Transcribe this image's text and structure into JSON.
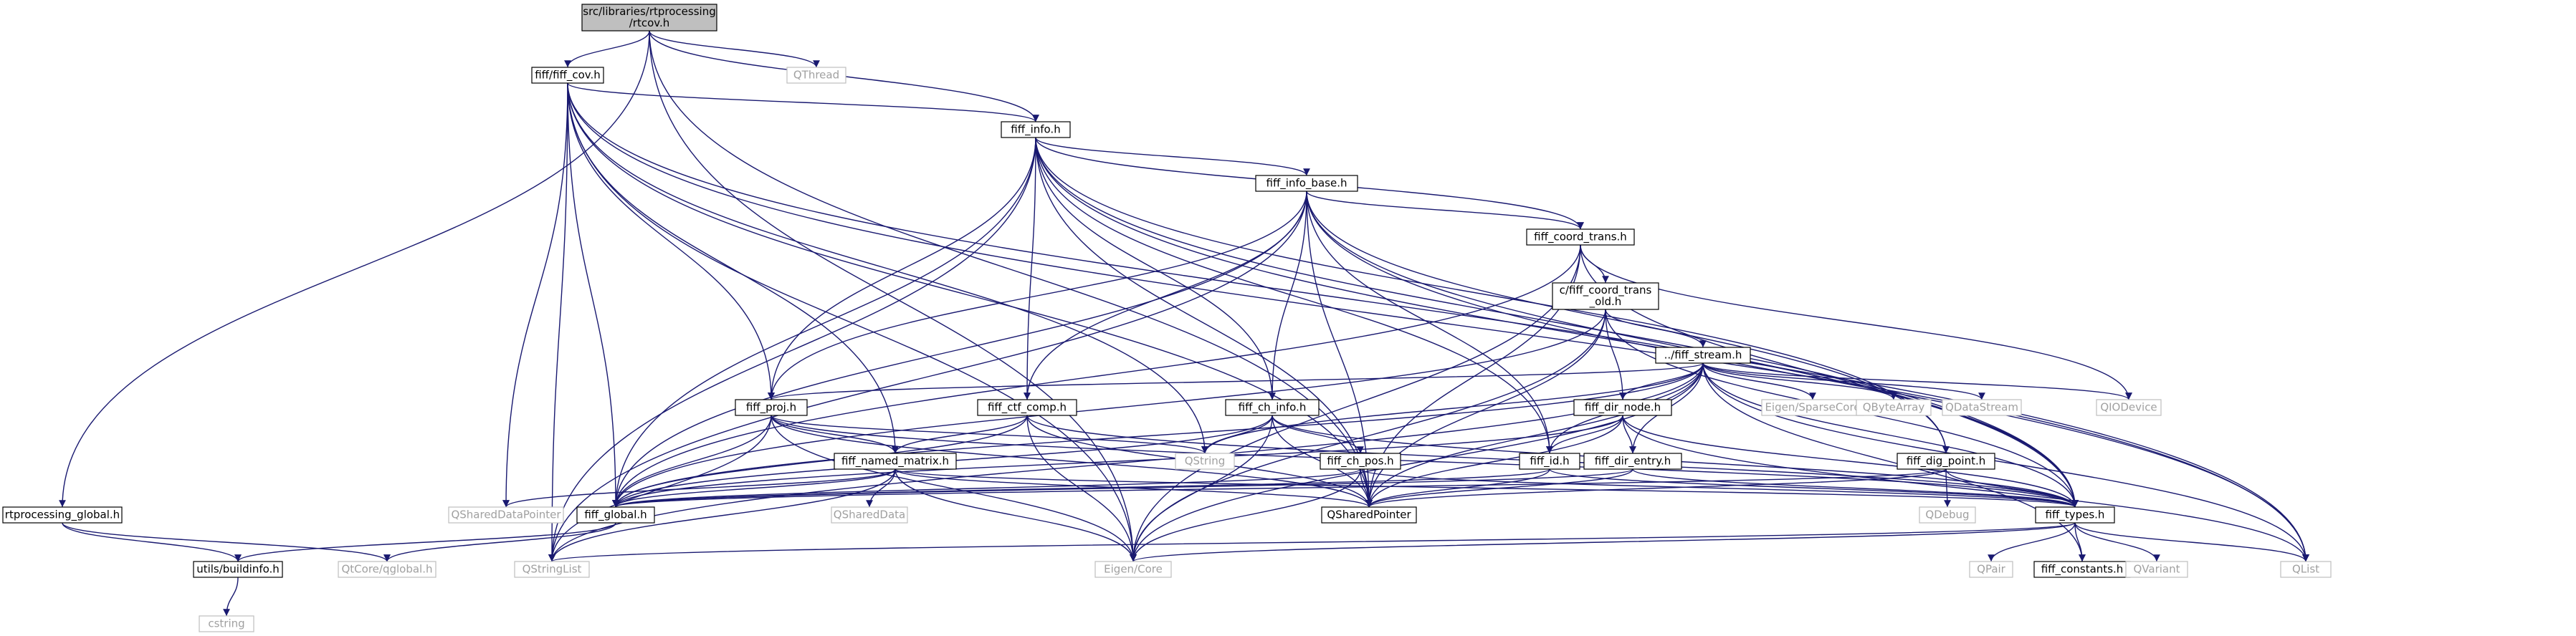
{
  "graph": {
    "colors": {
      "edge": "#191970",
      "node_border": "#000000",
      "external_border": "#bfbfbf",
      "external_text": "#a0a0a0",
      "root_fill": "#bfbfbf",
      "background": "#ffffff"
    },
    "nodes": [
      {
        "id": "root",
        "lines": [
          "src/libraries/rtprocessing",
          "/rtcov.h"
        ],
        "kind": "root"
      },
      {
        "id": "fiff_cov",
        "lines": [
          "fiff/fiff_cov.h"
        ],
        "kind": "std"
      },
      {
        "id": "qthread",
        "lines": [
          "QThread"
        ],
        "kind": "ext"
      },
      {
        "id": "fiff_info",
        "lines": [
          "fiff_info.h"
        ],
        "kind": "std"
      },
      {
        "id": "fiff_info_base",
        "lines": [
          "fiff_info_base.h"
        ],
        "kind": "std"
      },
      {
        "id": "fiff_coord_trans",
        "lines": [
          "fiff_coord_trans.h"
        ],
        "kind": "std"
      },
      {
        "id": "c_fiff_coord_trans_old",
        "lines": [
          "c/fiff_coord_trans",
          "_old.h"
        ],
        "kind": "std"
      },
      {
        "id": "fiff_stream",
        "lines": [
          "../fiff_stream.h"
        ],
        "kind": "std"
      },
      {
        "id": "fiff_proj",
        "lines": [
          "fiff_proj.h"
        ],
        "kind": "std"
      },
      {
        "id": "fiff_ctf_comp",
        "lines": [
          "fiff_ctf_comp.h"
        ],
        "kind": "std"
      },
      {
        "id": "fiff_ch_info",
        "lines": [
          "fiff_ch_info.h"
        ],
        "kind": "std"
      },
      {
        "id": "fiff_dir_node",
        "lines": [
          "fiff_dir_node.h"
        ],
        "kind": "std"
      },
      {
        "id": "eigen_sparse",
        "lines": [
          "Eigen/SparseCore"
        ],
        "kind": "ext"
      },
      {
        "id": "qbytearray",
        "lines": [
          "QByteArray"
        ],
        "kind": "ext"
      },
      {
        "id": "qdatastream",
        "lines": [
          "QDataStream"
        ],
        "kind": "ext"
      },
      {
        "id": "qiodevice",
        "lines": [
          "QIODevice"
        ],
        "kind": "ext"
      },
      {
        "id": "fiff_named_matrix",
        "lines": [
          "fiff_named_matrix.h"
        ],
        "kind": "std"
      },
      {
        "id": "fiff_ch_pos",
        "lines": [
          "fiff_ch_pos.h"
        ],
        "kind": "std"
      },
      {
        "id": "fiff_id",
        "lines": [
          "fiff_id.h"
        ],
        "kind": "std"
      },
      {
        "id": "fiff_dir_entry",
        "lines": [
          "fiff_dir_entry.h"
        ],
        "kind": "std"
      },
      {
        "id": "fiff_dig_point",
        "lines": [
          "fiff_dig_point.h"
        ],
        "kind": "std"
      },
      {
        "id": "qstring",
        "lines": [
          "QString"
        ],
        "kind": "ext"
      },
      {
        "id": "rtproc_global",
        "lines": [
          "rtprocessing_global.h"
        ],
        "kind": "std"
      },
      {
        "id": "qshareddatapointer",
        "lines": [
          "QSharedDataPointer"
        ],
        "kind": "ext"
      },
      {
        "id": "fiff_global",
        "lines": [
          "fiff_global.h"
        ],
        "kind": "std"
      },
      {
        "id": "qshareddata",
        "lines": [
          "QSharedData"
        ],
        "kind": "ext"
      },
      {
        "id": "qsharedpointer",
        "lines": [
          "QSharedPointer"
        ],
        "kind": "std"
      },
      {
        "id": "qdebug",
        "lines": [
          "QDebug"
        ],
        "kind": "ext"
      },
      {
        "id": "fiff_types",
        "lines": [
          "fiff_types.h"
        ],
        "kind": "std"
      },
      {
        "id": "utils_buildinfo",
        "lines": [
          "utils/buildinfo.h"
        ],
        "kind": "std"
      },
      {
        "id": "qtcore_qglobal",
        "lines": [
          "QtCore/qglobal.h"
        ],
        "kind": "ext"
      },
      {
        "id": "qstringlist",
        "lines": [
          "QStringList"
        ],
        "kind": "ext"
      },
      {
        "id": "eigen_core",
        "lines": [
          "Eigen/Core"
        ],
        "kind": "ext"
      },
      {
        "id": "qpair",
        "lines": [
          "QPair"
        ],
        "kind": "ext"
      },
      {
        "id": "fiff_constants",
        "lines": [
          "fiff_constants.h"
        ],
        "kind": "std"
      },
      {
        "id": "qvariant",
        "lines": [
          "QVariant"
        ],
        "kind": "ext"
      },
      {
        "id": "qlist",
        "lines": [
          "QList"
        ],
        "kind": "ext"
      },
      {
        "id": "cstring",
        "lines": [
          "cstring"
        ],
        "kind": "ext"
      }
    ],
    "edges": [
      [
        "root",
        "fiff_cov"
      ],
      [
        "root",
        "qthread"
      ],
      [
        "root",
        "fiff_info"
      ],
      [
        "root",
        "rtproc_global"
      ],
      [
        "root",
        "eigen_core"
      ],
      [
        "root",
        "qsharedpointer"
      ],
      [
        "fiff_cov",
        "fiff_info"
      ],
      [
        "fiff_cov",
        "fiff_proj"
      ],
      [
        "fiff_cov",
        "fiff_global"
      ],
      [
        "fiff_cov",
        "fiff_types"
      ],
      [
        "fiff_cov",
        "qshareddatapointer"
      ],
      [
        "fiff_cov",
        "qsharedpointer"
      ],
      [
        "fiff_cov",
        "qstring"
      ],
      [
        "fiff_cov",
        "qstringlist"
      ],
      [
        "fiff_cov",
        "eigen_core"
      ],
      [
        "fiff_cov",
        "qlist"
      ],
      [
        "fiff_cov",
        "fiff_named_matrix"
      ],
      [
        "fiff_info",
        "fiff_info_base"
      ],
      [
        "fiff_info",
        "fiff_coord_trans"
      ],
      [
        "fiff_info",
        "fiff_proj"
      ],
      [
        "fiff_info",
        "fiff_ctf_comp"
      ],
      [
        "fiff_info",
        "fiff_ch_info"
      ],
      [
        "fiff_info",
        "fiff_id"
      ],
      [
        "fiff_info",
        "fiff_dig_point"
      ],
      [
        "fiff_info",
        "fiff_global"
      ],
      [
        "fiff_info",
        "fiff_types"
      ],
      [
        "fiff_info",
        "qsharedpointer"
      ],
      [
        "fiff_info",
        "qstringlist"
      ],
      [
        "fiff_info",
        "qlist"
      ],
      [
        "fiff_info_base",
        "fiff_coord_trans"
      ],
      [
        "fiff_info_base",
        "fiff_ch_info"
      ],
      [
        "fiff_info_base",
        "fiff_id"
      ],
      [
        "fiff_info_base",
        "fiff_dig_point"
      ],
      [
        "fiff_info_base",
        "fiff_types"
      ],
      [
        "fiff_info_base",
        "fiff_global"
      ],
      [
        "fiff_info_base",
        "qsharedpointer"
      ],
      [
        "fiff_info_base",
        "qstringlist"
      ],
      [
        "fiff_info_base",
        "qlist"
      ],
      [
        "fiff_info_base",
        "fiff_proj"
      ],
      [
        "fiff_info_base",
        "fiff_ctf_comp"
      ],
      [
        "fiff_coord_trans",
        "c_fiff_coord_trans_old"
      ],
      [
        "fiff_coord_trans",
        "fiff_global"
      ],
      [
        "fiff_coord_trans",
        "fiff_types"
      ],
      [
        "fiff_coord_trans",
        "qsharedpointer"
      ],
      [
        "fiff_coord_trans",
        "qiodevice"
      ],
      [
        "fiff_coord_trans",
        "eigen_core"
      ],
      [
        "c_fiff_coord_trans_old",
        "fiff_stream"
      ],
      [
        "c_fiff_coord_trans_old",
        "fiff_dir_node"
      ],
      [
        "c_fiff_coord_trans_old",
        "fiff_types"
      ],
      [
        "c_fiff_coord_trans_old",
        "fiff_global"
      ],
      [
        "c_fiff_coord_trans_old",
        "qsharedpointer"
      ],
      [
        "c_fiff_coord_trans_old",
        "eigen_core"
      ],
      [
        "fiff_stream",
        "fiff_proj"
      ],
      [
        "fiff_stream",
        "fiff_dir_node"
      ],
      [
        "fiff_stream",
        "fiff_id"
      ],
      [
        "fiff_stream",
        "fiff_dir_entry"
      ],
      [
        "fiff_stream",
        "fiff_types"
      ],
      [
        "fiff_stream",
        "fiff_global"
      ],
      [
        "fiff_stream",
        "eigen_sparse"
      ],
      [
        "fiff_stream",
        "qbytearray"
      ],
      [
        "fiff_stream",
        "qdatastream"
      ],
      [
        "fiff_stream",
        "qiodevice"
      ],
      [
        "fiff_stream",
        "qsharedpointer"
      ],
      [
        "fiff_stream",
        "qstring"
      ],
      [
        "fiff_stream",
        "qlist"
      ],
      [
        "fiff_stream",
        "qstringlist"
      ],
      [
        "fiff_stream",
        "eigen_core"
      ],
      [
        "fiff_stream",
        "fiff_constants"
      ],
      [
        "fiff_proj",
        "fiff_named_matrix"
      ],
      [
        "fiff_proj",
        "fiff_global"
      ],
      [
        "fiff_proj",
        "fiff_types"
      ],
      [
        "fiff_proj",
        "qsharedpointer"
      ],
      [
        "fiff_proj",
        "qstring"
      ],
      [
        "fiff_proj",
        "qstringlist"
      ],
      [
        "fiff_proj",
        "eigen_core"
      ],
      [
        "fiff_ctf_comp",
        "fiff_named_matrix"
      ],
      [
        "fiff_ctf_comp",
        "fiff_global"
      ],
      [
        "fiff_ctf_comp",
        "fiff_types"
      ],
      [
        "fiff_ctf_comp",
        "qsharedpointer"
      ],
      [
        "fiff_ctf_comp",
        "eigen_core"
      ],
      [
        "fiff_ch_info",
        "fiff_ch_pos"
      ],
      [
        "fiff_ch_info",
        "fiff_global"
      ],
      [
        "fiff_ch_info",
        "fiff_types"
      ],
      [
        "fiff_ch_info",
        "qsharedpointer"
      ],
      [
        "fiff_ch_info",
        "qstring"
      ],
      [
        "fiff_ch_info",
        "eigen_core"
      ],
      [
        "fiff_dir_node",
        "fiff_id"
      ],
      [
        "fiff_dir_node",
        "fiff_dir_entry"
      ],
      [
        "fiff_dir_node",
        "fiff_types"
      ],
      [
        "fiff_dir_node",
        "fiff_global"
      ],
      [
        "fiff_dir_node",
        "qsharedpointer"
      ],
      [
        "fiff_dir_node",
        "qlist"
      ],
      [
        "fiff_named_matrix",
        "fiff_global"
      ],
      [
        "fiff_named_matrix",
        "fiff_types"
      ],
      [
        "fiff_named_matrix",
        "qshareddata"
      ],
      [
        "fiff_named_matrix",
        "qsharedpointer"
      ],
      [
        "fiff_named_matrix",
        "qstringlist"
      ],
      [
        "fiff_named_matrix",
        "eigen_core"
      ],
      [
        "fiff_named_matrix",
        "qshareddatapointer"
      ],
      [
        "fiff_ch_pos",
        "fiff_global"
      ],
      [
        "fiff_ch_pos",
        "fiff_types"
      ],
      [
        "fiff_ch_pos",
        "qsharedpointer"
      ],
      [
        "fiff_ch_pos",
        "eigen_core"
      ],
      [
        "fiff_id",
        "fiff_global"
      ],
      [
        "fiff_id",
        "fiff_types"
      ],
      [
        "fiff_id",
        "qsharedpointer"
      ],
      [
        "fiff_dir_entry",
        "fiff_global"
      ],
      [
        "fiff_dir_entry",
        "fiff_types"
      ],
      [
        "fiff_dir_entry",
        "qsharedpointer"
      ],
      [
        "fiff_dig_point",
        "fiff_global"
      ],
      [
        "fiff_dig_point",
        "fiff_types"
      ],
      [
        "fiff_dig_point",
        "qdebug"
      ],
      [
        "fiff_dig_point",
        "qsharedpointer"
      ],
      [
        "rtproc_global",
        "utils_buildinfo"
      ],
      [
        "rtproc_global",
        "qtcore_qglobal"
      ],
      [
        "fiff_global",
        "utils_buildinfo"
      ],
      [
        "fiff_global",
        "qtcore_qglobal"
      ],
      [
        "fiff_types",
        "fiff_constants"
      ],
      [
        "fiff_types",
        "qpair"
      ],
      [
        "fiff_types",
        "qvariant"
      ],
      [
        "fiff_types",
        "qlist"
      ],
      [
        "fiff_types",
        "qstringlist"
      ],
      [
        "fiff_types",
        "eigen_core"
      ],
      [
        "utils_buildinfo",
        "cstring"
      ]
    ]
  }
}
